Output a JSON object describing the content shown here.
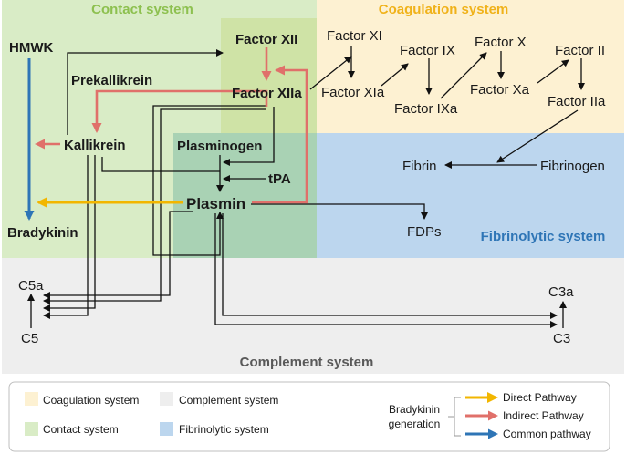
{
  "systems": {
    "contact": "Contact system",
    "coagulation": "Coagulation system",
    "fibrinolytic": "Fibrinolytic system",
    "complement": "Complement system"
  },
  "nodes": {
    "hmwk": "HMWK",
    "prekallikrein": "Prekallikrein",
    "kallikrein": "Kallikrein",
    "bradykinin": "Bradykinin",
    "factor_xii": "Factor XII",
    "factor_xiia": "Factor XIIa",
    "plasminogen": "Plasminogen",
    "tpa": "tPA",
    "plasmin": "Plasmin",
    "factor_xi": "Factor XI",
    "factor_xia": "Factor XIa",
    "factor_ix": "Factor IX",
    "factor_ixa": "Factor IXa",
    "factor_x": "Factor X",
    "factor_xa": "Factor Xa",
    "factor_ii": "Factor II",
    "factor_iia": "Factor IIa",
    "fibrin": "Fibrin",
    "fibrinogen": "Fibrinogen",
    "fdps": "FDPs",
    "c5a": "C5a",
    "c5": "C5",
    "c3a": "C3a",
    "c3": "C3"
  },
  "legend": {
    "coagulation": "Coagulation system",
    "complement": "Complement system",
    "contact": "Contact system",
    "fibrinolytic": "Fibrinolytic system",
    "bradykinin_line1": "Bradykinin",
    "bradykinin_line2": "generation",
    "direct": "Direct Pathway",
    "indirect": "Indirect Pathway",
    "common": "Common pathway"
  },
  "colors": {
    "contact_bg": "#d9ecc6",
    "coagulation_bg": "#fdf1d2",
    "overlap_contact_coag": "#cfe3a6",
    "fibrinolytic_bg": "#bcd6ee",
    "overlap_contact_fibrin": "#a9d2b4",
    "complement_bg": "#eeeeee",
    "contact_title": "#8dc04f",
    "coagulation_title": "#f0b21a",
    "fibrinolytic_title": "#2e75b6",
    "complement_title": "#595959",
    "direct_arrow": "#f2b600",
    "indirect_arrow": "#e0706a",
    "common_arrow": "#2e75b6"
  }
}
